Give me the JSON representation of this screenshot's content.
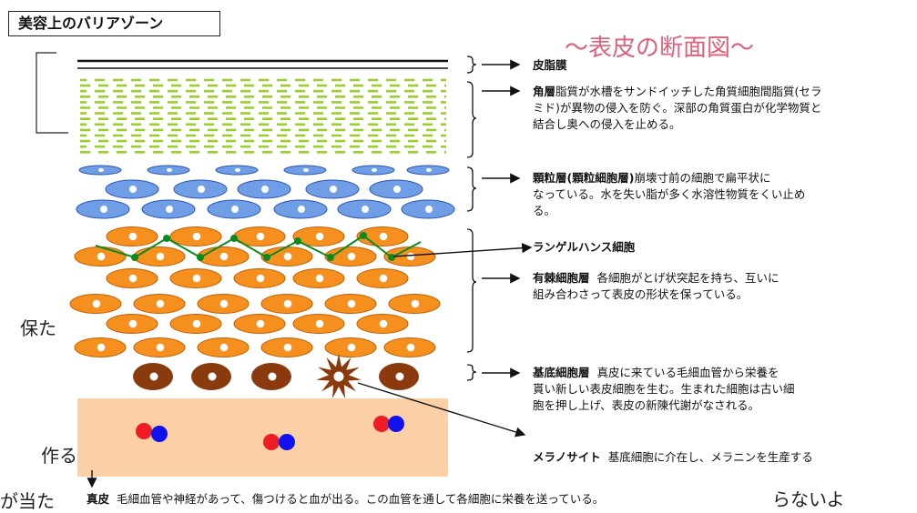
{
  "title": "美容上のバリアゾーン",
  "heading": "〜表皮の断面図〜",
  "layers": {
    "sebum": {
      "name": "皮脂膜",
      "desc": ""
    },
    "stratum_corneum": {
      "name": "角層",
      "desc_lines": [
        "脂質が水槽をサンドイッチした角質細胞間脂質(セラ",
        "ミド)が異物の侵入を防ぐ。深部の角質蛋白が化学物質と",
        "結合し奥への侵入を止める。"
      ]
    },
    "granular": {
      "name": "顆粒層(顆粒細胞層)",
      "desc_lines": [
        "崩壊寸前の細胞で扁平状に",
        "なっている。水を失い脂が多く水溶性物質をくい止め",
        "る。"
      ]
    },
    "langerhans": {
      "name": "ランゲルハンス細胞"
    },
    "spinous": {
      "name": "有棘細胞層",
      "desc_lines": [
        "各細胞がとげ状突起を持ち、互いに",
        "組み合わさって表皮の形状を保っている。"
      ]
    },
    "basal": {
      "name": "基底細胞層",
      "desc_lines": [
        "真皮に来ている毛細血管から栄養を",
        "貰い新しい表皮細胞を生む。生まれた細胞は古い細",
        "胞を押し上げ、表皮の新陳代謝がなされる。"
      ]
    },
    "melanocyte": {
      "name": "メラノサイト",
      "desc": "基底細胞に介在し、メラニンを生産する"
    },
    "dermis": {
      "name": "真皮",
      "desc": "毛細血管や神経があって、傷つけると血が出る。この血管を通して各細胞に栄養を送っている。"
    }
  },
  "cut_off_text": [
    "保た",
    "作る",
    "が当た",
    "らないよ"
  ],
  "colors": {
    "corneum_dash": "#9acd32",
    "granular_fill": "#6f9ee6",
    "spinous_fill": "#f5901e",
    "basal_fill": "#8b3a0e",
    "dermis_fill": "#fbd0a6",
    "langerhans_line": "#0b8a1e",
    "heading": "#e0607a",
    "blood_red": "#ee1c24",
    "blood_blue": "#1111ee"
  }
}
